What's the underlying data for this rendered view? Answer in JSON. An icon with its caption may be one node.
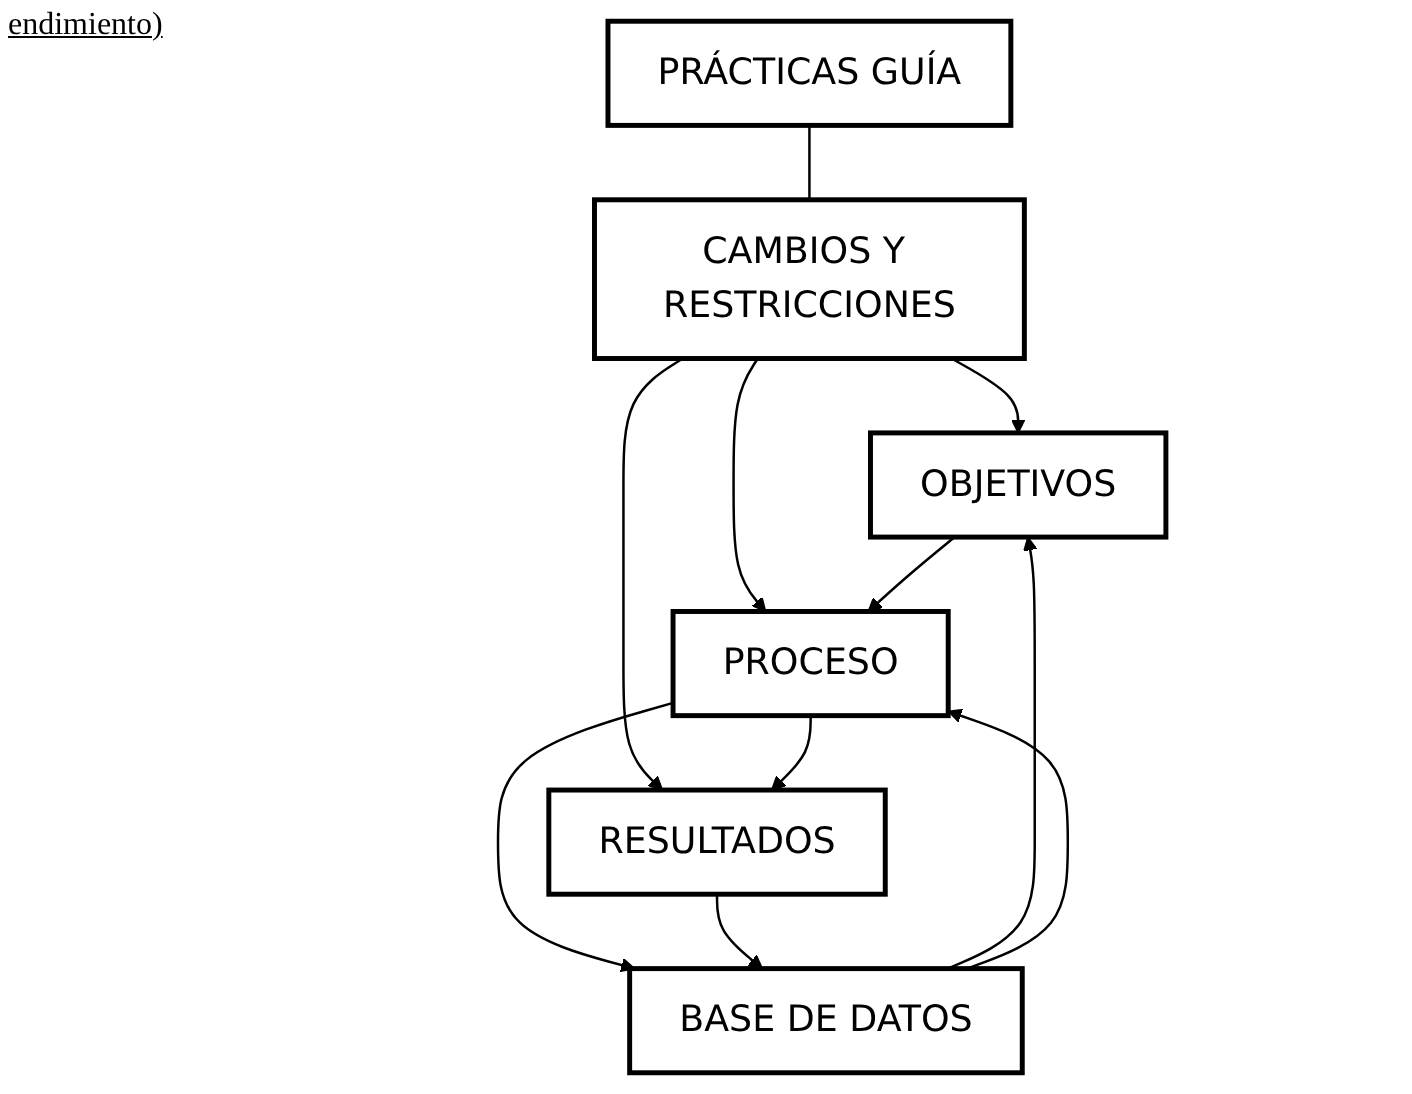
{
  "diagram": {
    "nodes": [
      {
        "text": [
          "PRÁCTICAS GUÍA"
        ]
      },
      {
        "text": [
          "CAMBIOS Y RESTRICCIONES"
        ]
      },
      {
        "text": [
          "OBJETIVOS"
        ]
      },
      {
        "text": [
          "PROCESO"
        ]
      },
      {
        "text": [
          "RESULTADOS"
        ]
      },
      {
        "text": [
          "BASE DE DATOS"
        ]
      }
    ],
    "edges": [
      {
        "from": 0,
        "to": 1,
        "arrow": "none"
      },
      {
        "from": 1,
        "to": 2,
        "arrow": "to"
      },
      {
        "from": 1,
        "to": 3,
        "arrow": "to"
      },
      {
        "from": 1,
        "to": 4,
        "arrow": "to"
      },
      {
        "from": 2,
        "to": 3,
        "arrow": "to"
      },
      {
        "from": 3,
        "to": 4,
        "arrow": "to"
      },
      {
        "from": 5,
        "to": 2,
        "arrow": "to"
      },
      {
        "from": 3,
        "to": 5,
        "arrow": "to"
      },
      {
        "from": 5,
        "to": 3,
        "arrow": "to"
      },
      {
        "from": 4,
        "to": 5,
        "arrow": "to"
      }
    ],
    "labels": [
      "endimiento)"
    ]
  }
}
